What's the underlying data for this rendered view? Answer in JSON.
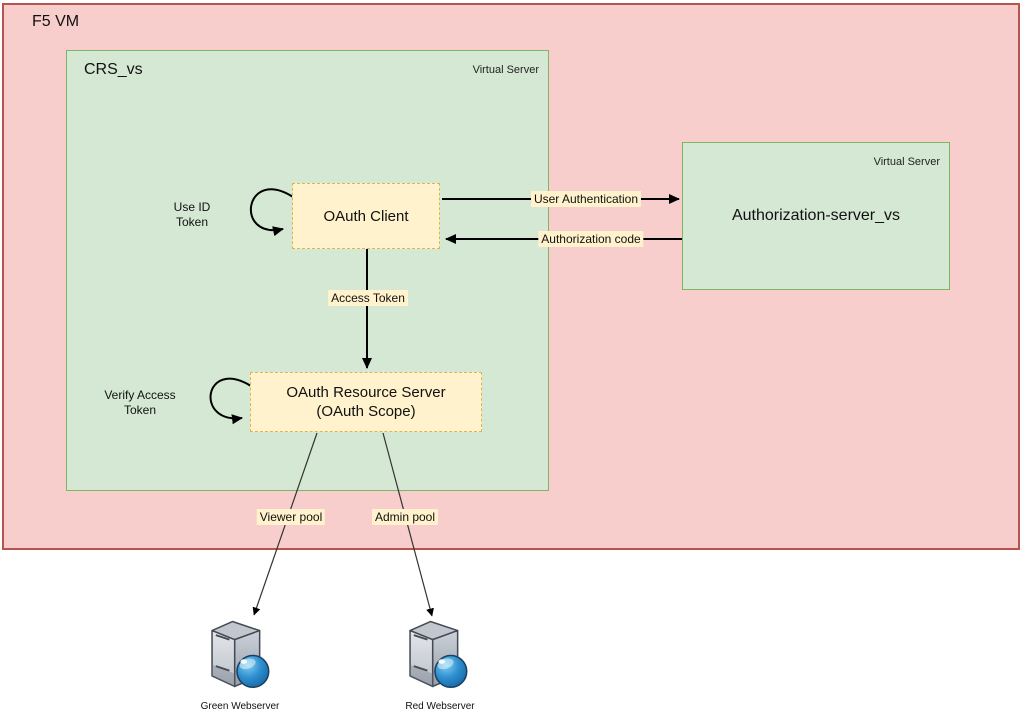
{
  "diagram": {
    "outer": {
      "title": "F5 VM"
    },
    "crs_vs": {
      "title": "CRS_vs",
      "badge": "Virtual Server"
    },
    "auth_server": {
      "title": "Authorization-server_vs",
      "badge": "Virtual Server"
    },
    "oauth_client": {
      "label": "OAuth Client"
    },
    "resource_server": {
      "line1": "OAuth Resource Server",
      "line2": "(OAuth Scope)"
    },
    "annotations": {
      "use_id_line1": "Use ID",
      "use_id_line2": "Token",
      "verify_line1": "Verify Access",
      "verify_line2": "Token"
    },
    "edge_labels": {
      "user_authentication": "User Authentication",
      "authorization_code": "Authorization code",
      "access_token": "Access Token",
      "viewer_pool": "Viewer pool",
      "admin_pool": "Admin pool"
    },
    "servers": [
      {
        "name": "Green Webserver"
      },
      {
        "name": "Red Webserver"
      }
    ],
    "colors": {
      "vm_fill": "#f8cecc",
      "vm_stroke": "#b85450",
      "vs_fill": "#d5e8d4",
      "vs_stroke": "#82b366",
      "node_fill": "#fff2cc",
      "node_stroke": "#d6b656",
      "arrow": "#000000",
      "globe_blue": "#2f8fd0"
    }
  }
}
